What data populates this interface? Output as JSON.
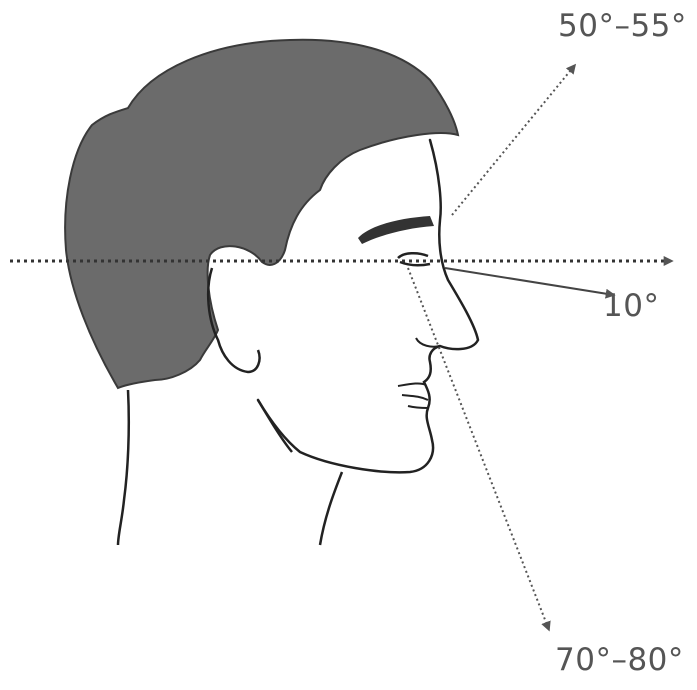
{
  "labels": {
    "upward_angle": "50°–55°",
    "slight_down_angle": "10°",
    "downward_angle": "70°–80°"
  },
  "colors": {
    "hair": "#6b6b6b",
    "line": "#222222",
    "arrow": "#555555",
    "label": "#555555"
  }
}
